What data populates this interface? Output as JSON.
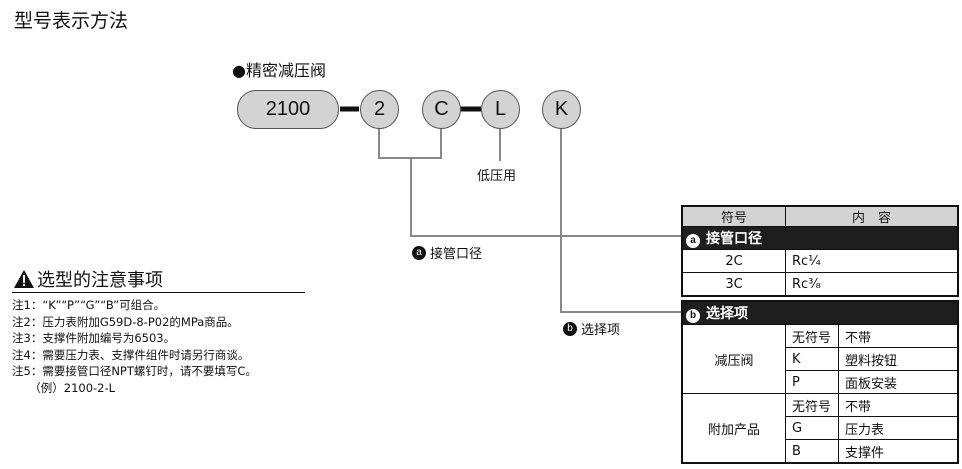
{
  "title": "型号表示方法",
  "subtitle": "●精密减压阀",
  "code": {
    "base": "2100",
    "p1": "2",
    "p2": "C",
    "p3": "L",
    "p4": "K"
  },
  "low_pressure_label": "低压用",
  "label_a": {
    "badge": "a",
    "text": "接管口径"
  },
  "label_b": {
    "badge": "b",
    "text": "选择项"
  },
  "table": {
    "headers": [
      "符号",
      "内　容"
    ],
    "section_a": {
      "badge": "a",
      "title": "接管口径",
      "rows": [
        {
          "code": "2C",
          "content": "Rc¹⁄₄"
        },
        {
          "code": "3C",
          "content": "Rc³⁄₈"
        }
      ]
    },
    "section_b": {
      "badge": "b",
      "title": "选择项",
      "groups": [
        {
          "name": "减压阀",
          "rows": [
            {
              "code": "无符号",
              "content": "不带"
            },
            {
              "code": "K",
              "content": "塑料按钮"
            },
            {
              "code": "P",
              "content": "面板安装"
            }
          ]
        },
        {
          "name": "附加产品",
          "rows": [
            {
              "code": "无符号",
              "content": "不带"
            },
            {
              "code": "G",
              "content": "压力表"
            },
            {
              "code": "B",
              "content": "支撑件"
            }
          ]
        }
      ]
    }
  },
  "warning": {
    "title": "选型的注意事项",
    "notes": [
      "注1：“K”“P”“G”“B”可组合。",
      "注2：压力表附加G59D-8-P02的MPa商品。",
      "注3：支撑件附加编号为6503。",
      "注4：需要压力表、支撑件组件时请另行商谈。",
      "注5：需要接管口径NPT螺钉时，请不要填写C。",
      "　　（例）2100-2-L"
    ]
  }
}
